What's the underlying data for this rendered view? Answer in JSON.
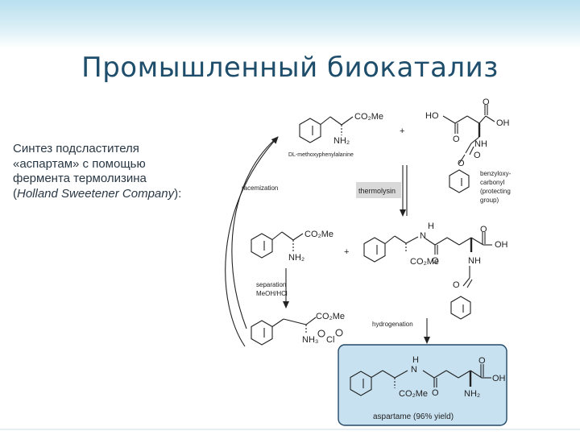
{
  "slide": {
    "title": "Промышленный биокатализ",
    "caption_lines": [
      "Синтез подсластителя",
      "«аспартам» с помощью",
      "фермента термолизина",
      "(",
      "Holland Sweetener Company",
      "):"
    ]
  },
  "scheme": {
    "co2me": "CO₂Me",
    "nh2": "NH₂",
    "plus": "+",
    "ho": "HO",
    "oh": "OH",
    "o": "O",
    "h": "H",
    "n": "N",
    "nh": "NH",
    "nh3": "NH₃",
    "cl": "Cl",
    "phe_label": "DL-methoxyphenylalanine",
    "racemization": "racemization",
    "thermolysin": "thermolysin",
    "protecting": [
      "benzyloxy-",
      "carbonyl",
      "(protecting",
      "group)"
    ],
    "separation": [
      "separation",
      "MeOH/HCl"
    ],
    "hydrogenation": "hydrogenation",
    "product_label": "aspartame (96% yield)",
    "colors": {
      "arrow": "#222222",
      "thermolysin_box": "#d9d9d9",
      "product_box_fill": "#c8e1f1",
      "product_box_stroke": "#224866"
    }
  }
}
